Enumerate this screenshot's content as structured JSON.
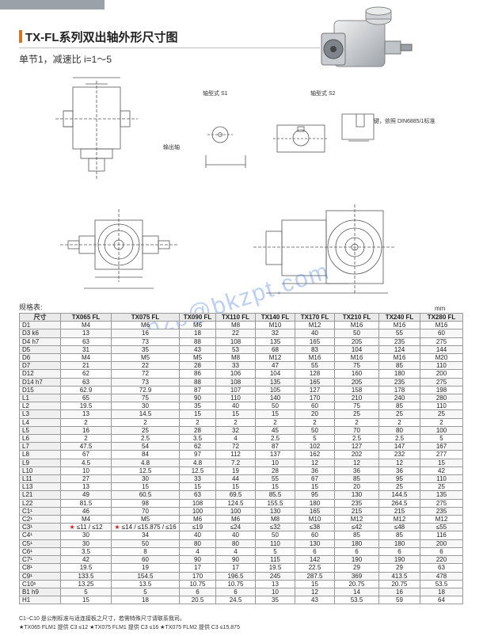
{
  "header": {
    "title": "TX-FL系列双出轴外形尺寸图",
    "subtitle": "单节1，减速比 i=1～5"
  },
  "drawing_labels": {
    "shaft_s1": "轴型式 S1",
    "shaft_s2": "轴型式 S2",
    "output_shaft": "输出轴",
    "key_note": "键，依照 DIN6885/1标准"
  },
  "spec": {
    "label": "规格表:",
    "unit": "mm",
    "columns": [
      "尺寸",
      "TX065 FL",
      "TX075 FL",
      "TX090 FL",
      "TX110 FL",
      "TX140 FL",
      "TX170 FL",
      "TX210 FL",
      "TX240 FL",
      "TX280 FL"
    ],
    "rows": [
      [
        "D1",
        "M4",
        "M6",
        "M6",
        "M8",
        "M10",
        "M12",
        "M16",
        "M16",
        "M16"
      ],
      [
        "D3 k6",
        "13",
        "16",
        "18",
        "22",
        "32",
        "40",
        "50",
        "55",
        "60"
      ],
      [
        "D4 h7",
        "63",
        "73",
        "88",
        "108",
        "135",
        "165",
        "205",
        "235",
        "275"
      ],
      [
        "D5",
        "31",
        "35",
        "43",
        "53",
        "68",
        "83",
        "104",
        "124",
        "144"
      ],
      [
        "D6",
        "M4",
        "M5",
        "M5",
        "M8",
        "M12",
        "M16",
        "M16",
        "M16",
        "M20"
      ],
      [
        "D7",
        "21",
        "22",
        "28",
        "33",
        "47",
        "55",
        "75",
        "85",
        "110"
      ],
      [
        "D12",
        "62",
        "72",
        "86",
        "106",
        "104",
        "128",
        "160",
        "180",
        "200"
      ],
      [
        "D14 h7",
        "63",
        "73",
        "88",
        "108",
        "135",
        "165",
        "205",
        "235",
        "275"
      ],
      [
        "D15",
        "62.9",
        "72.9",
        "87",
        "107",
        "105",
        "127",
        "158",
        "178",
        "198"
      ],
      [
        "L1",
        "65",
        "75",
        "90",
        "110",
        "140",
        "170",
        "210",
        "240",
        "280"
      ],
      [
        "L2",
        "19.5",
        "30",
        "35",
        "40",
        "50",
        "60",
        "75",
        "85",
        "110"
      ],
      [
        "L3",
        "13",
        "14.5",
        "15",
        "15",
        "15",
        "20",
        "25",
        "25",
        "25"
      ],
      [
        "L4",
        "2",
        "2",
        "2",
        "2",
        "2",
        "2",
        "2",
        "2",
        "2"
      ],
      [
        "L5",
        "16",
        "25",
        "28",
        "32",
        "45",
        "50",
        "70",
        "80",
        "100"
      ],
      [
        "L6",
        "2",
        "2.5",
        "3.5",
        "4",
        "2.5",
        "5",
        "2.5",
        "2.5",
        "5"
      ],
      [
        "L7",
        "47.5",
        "54",
        "62",
        "72",
        "87",
        "102",
        "127",
        "147",
        "167"
      ],
      [
        "L8",
        "67",
        "84",
        "97",
        "112",
        "137",
        "162",
        "202",
        "232",
        "277"
      ],
      [
        "L9",
        "4.5",
        "4.8",
        "4.8",
        "7.2",
        "10",
        "12",
        "12",
        "12",
        "15"
      ],
      [
        "L10",
        "10",
        "12.5",
        "12.5",
        "19",
        "28",
        "36",
        "36",
        "36",
        "42"
      ],
      [
        "L11",
        "27",
        "30",
        "33",
        "44",
        "55",
        "67",
        "85",
        "95",
        "110"
      ],
      [
        "L13",
        "13",
        "15",
        "15",
        "15",
        "15",
        "15",
        "20",
        "25",
        "25"
      ],
      [
        "L21",
        "49",
        "60.5",
        "63",
        "69.5",
        "85.5",
        "95",
        "130",
        "144.5",
        "135"
      ],
      [
        "L22",
        "81.5",
        "98",
        "108",
        "124.5",
        "155.5",
        "180",
        "235",
        "264.5",
        "275"
      ],
      [
        "C1¹",
        "46",
        "70",
        "100",
        "100",
        "130",
        "165",
        "215",
        "215",
        "235"
      ],
      [
        "C2¹",
        "M4",
        "M5",
        "M6",
        "M6",
        "M8",
        "M10",
        "M12",
        "M12",
        "M12"
      ],
      [
        "C3¹",
        "★ ≤11 / ≤12",
        "★ ≤14 / ≤15.875 / ≤16",
        "≤19",
        "≤24",
        "≤32",
        "≤38",
        "≤42",
        "≤48",
        "≤55"
      ],
      [
        "C4¹",
        "30",
        "34",
        "40",
        "40",
        "50",
        "60",
        "85",
        "85",
        "116"
      ],
      [
        "C5¹",
        "30",
        "50",
        "80",
        "80",
        "110",
        "130",
        "180",
        "180",
        "200"
      ],
      [
        "C6¹",
        "3.5",
        "8",
        "4",
        "4",
        "5",
        "6",
        "6",
        "6",
        "6"
      ],
      [
        "C7¹",
        "42",
        "60",
        "90",
        "90",
        "115",
        "142",
        "190",
        "190",
        "220"
      ],
      [
        "C8¹",
        "19.5",
        "19",
        "17",
        "17",
        "19.5",
        "22.5",
        "29",
        "29",
        "63"
      ],
      [
        "C9¹",
        "133.5",
        "154.5",
        "170",
        "196.5",
        "245",
        "287.5",
        "369",
        "413.5",
        "478"
      ],
      [
        "C10¹",
        "13.25",
        "13.5",
        "10.75",
        "10.75",
        "13",
        "15",
        "20.75",
        "20.75",
        "53.5"
      ],
      [
        "B1 h9",
        "5",
        "5",
        "6",
        "6",
        "10",
        "12",
        "14",
        "16",
        "18"
      ],
      [
        "H1",
        "15",
        "18",
        "20.5",
        "24.5",
        "35",
        "43",
        "53.5",
        "59",
        "64"
      ]
    ]
  },
  "notes": {
    "line1": "C1~C10 是公制标准与适连接板之尺寸，若需特殊尺寸请联系我司。",
    "line2": "★TX065 FLM1  提供 C3 ≤12    ★TX075 FLM1  提供 C3 ≤16    ★TX075 FLM2  提供 C3 ≤15.875"
  },
  "watermark": "nzp@bkzpt.com"
}
